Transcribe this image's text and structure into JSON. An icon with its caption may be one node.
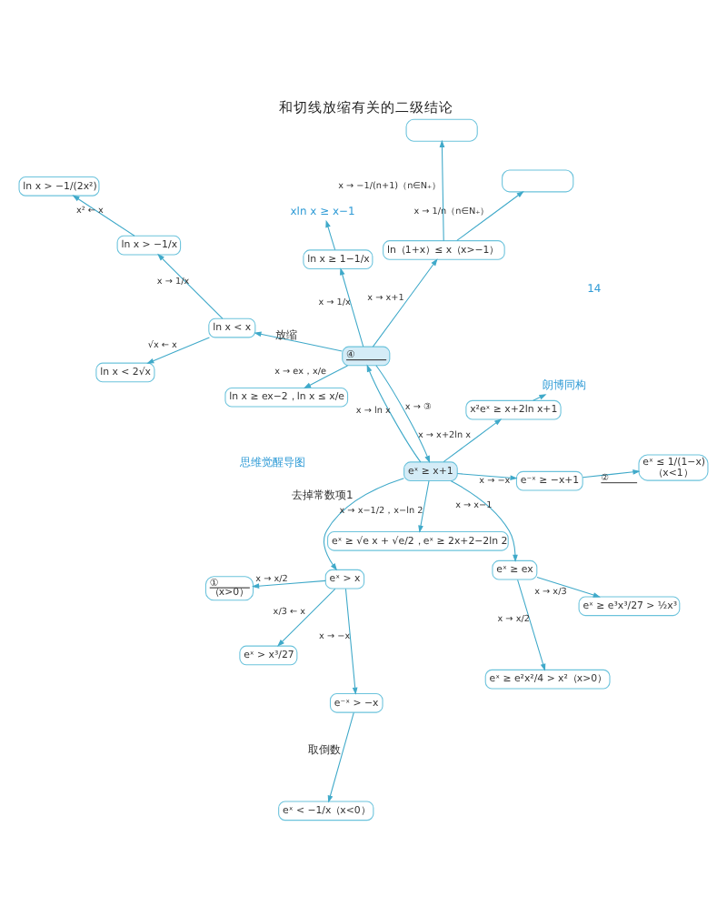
{
  "diagram": {
    "title": "和切线放缩有关的二级结论",
    "nodes": [
      {
        "text": [
          "eˣ ≥ e²x²/4 > x²（x>0）"
        ]
      },
      {
        "text": [
          "eˣ ≥ e³x³/27 > ½x³"
        ]
      },
      {
        "text": [
          "eˣ ≥ ex"
        ]
      },
      {
        "text": [
          "①",
          "（x>0）"
        ]
      },
      {
        "text": [
          "x²eˣ ≥ x+2ln x+1"
        ]
      },
      {
        "text": [
          "朗博同构"
        ]
      },
      {
        "text": [
          "eˣ > x³/27"
        ]
      },
      {
        "text": [
          "eˣ > x"
        ]
      },
      {
        "text": [
          "eˣ ≥ x+1"
        ]
      },
      {
        "text": [
          "e⁻ˣ ≥ −x+1"
        ]
      },
      {
        "text": [
          "eˣ ≤ 1/(1−x)",
          "（x<1）"
        ]
      },
      {
        "text": [
          "eˣ < −1/x（x<0）"
        ]
      },
      {
        "text": [
          "e⁻ˣ > −x"
        ]
      },
      {
        "text": [
          "eˣ ≥ √e x + √e/2，eˣ ≥ 2x+2−2ln 2"
        ]
      },
      {
        "text": [
          "xln x ≥ x−1"
        ]
      },
      {
        "text": [
          "ln x < 2√x"
        ]
      },
      {
        "text": [
          "ln x < x"
        ]
      },
      {
        "text": [
          "④"
        ]
      },
      {
        "text": [
          "ln x ≥ 1−1/x"
        ]
      },
      {
        "text": [
          "ln x > −1/(2x²)"
        ]
      },
      {
        "text": [
          "ln x > −1/x"
        ]
      },
      {
        "text": [
          "ln x ≥ ex−2，ln x ≤ x/e"
        ]
      },
      {
        "text": [
          "ln（1+x）≤ x（x>−1）"
        ]
      },
      {
        "text": [],
        "shape": "box"
      },
      {
        "text": [],
        "shape": "box"
      }
    ],
    "edges": [
      {
        "from": 2,
        "to": 0,
        "arrow": "to",
        "label": "x → x/2"
      },
      {
        "from": 2,
        "to": 1,
        "arrow": "to",
        "label": "x → x/3"
      },
      {
        "from": 8,
        "to": 2,
        "arrow": "to",
        "label": "x → x−1"
      },
      {
        "from": 8,
        "to": 4,
        "arrow": "to",
        "label": "x → x+2ln x"
      },
      {
        "from": 4,
        "to": 5,
        "arrow": "to"
      },
      {
        "from": 7,
        "to": 3,
        "arrow": "to",
        "label": "x → x/2"
      },
      {
        "from": 8,
        "to": 7,
        "arrow": "to",
        "label": "去掉常数项1"
      },
      {
        "from": 7,
        "to": 6,
        "arrow": "to",
        "label": "x/3 ← x"
      },
      {
        "from": 8,
        "to": 9,
        "arrow": "to",
        "label": "x → −x"
      },
      {
        "from": 9,
        "to": 10,
        "arrow": "to",
        "label": "②"
      },
      {
        "from": 7,
        "to": 12,
        "arrow": "to",
        "label": "x → −x"
      },
      {
        "from": 12,
        "to": 11,
        "arrow": "to",
        "label": "取倒数"
      },
      {
        "from": 8,
        "to": 13,
        "arrow": "to",
        "label": "x → x−1/2，x−ln 2"
      },
      {
        "from": 8,
        "to": 17,
        "arrow": "to",
        "label": "x → ln x"
      },
      {
        "from": 17,
        "to": 8,
        "arrow": "to",
        "label": "x → ③"
      },
      {
        "from": 18,
        "to": 14,
        "arrow": "to"
      },
      {
        "from": 17,
        "to": 18,
        "arrow": "to",
        "label": "x → 1/x"
      },
      {
        "from": 17,
        "to": 16,
        "arrow": "to",
        "label": "放缩"
      },
      {
        "from": 16,
        "to": 15,
        "arrow": "to",
        "label": "√x ← x"
      },
      {
        "from": 16,
        "to": 20,
        "arrow": "to",
        "label": "x → 1/x"
      },
      {
        "from": 20,
        "to": 19,
        "arrow": "to",
        "label": "x² ← x"
      },
      {
        "from": 17,
        "to": 21,
        "arrow": "to",
        "label": "x → ex，x/e"
      },
      {
        "from": 17,
        "to": 22,
        "arrow": "to",
        "label": "x → x+1"
      },
      {
        "from": 22,
        "to": 23,
        "arrow": "to",
        "label": "x → 1/n（n∈N₊）"
      },
      {
        "from": 22,
        "to": 24,
        "arrow": "to",
        "label": "x → −1/(n+1)（n∈N₊）"
      }
    ],
    "labels": [
      "14",
      "思维觉醒导图"
    ]
  }
}
